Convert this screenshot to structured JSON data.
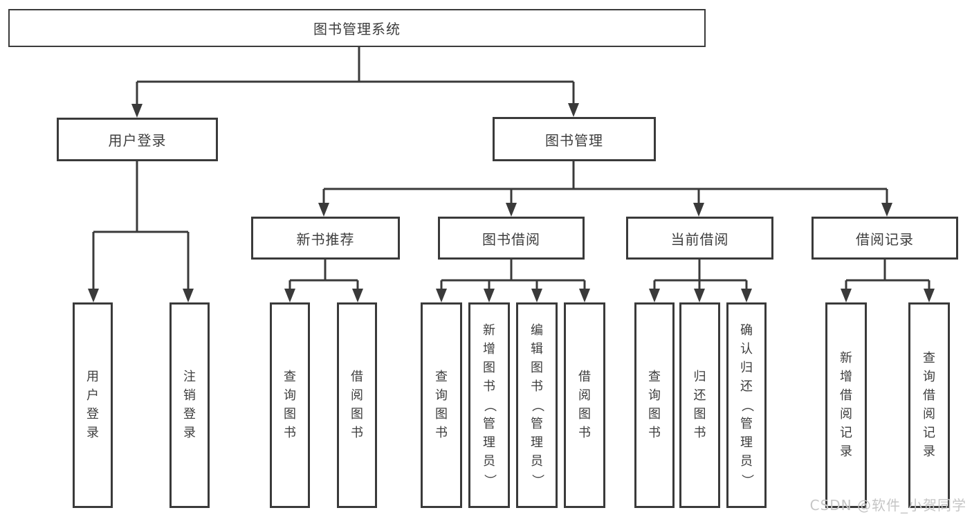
{
  "tree": {
    "root": {
      "label": "图书管理系统",
      "children": [
        {
          "label": "用户登录",
          "children": [
            {
              "label": "用户登录"
            },
            {
              "label": "注销登录"
            }
          ]
        },
        {
          "label": "图书管理",
          "children": [
            {
              "label": "新书推荐",
              "children": [
                {
                  "label": "查询图书"
                },
                {
                  "label": "借阅图书"
                }
              ]
            },
            {
              "label": "图书借阅",
              "children": [
                {
                  "label": "查询图书"
                },
                {
                  "label": "新增图书（管理员）"
                },
                {
                  "label": "编辑图书（管理员）"
                },
                {
                  "label": "借阅图书"
                }
              ]
            },
            {
              "label": "当前借阅",
              "children": [
                {
                  "label": "查询图书"
                },
                {
                  "label": "归还图书"
                },
                {
                  "label": "确认归还（管理员）"
                }
              ]
            },
            {
              "label": "借阅记录",
              "children": [
                {
                  "label": "新增借阅记录"
                },
                {
                  "label": "查询借阅记录"
                }
              ]
            }
          ]
        }
      ]
    }
  },
  "colors": {
    "line": "#3a3a3a",
    "text": "#3d3d3d",
    "watermark": "#c6c6c6",
    "background": "#ffffff"
  },
  "watermark": {
    "text": "CSDN @软件_小贺同学"
  }
}
